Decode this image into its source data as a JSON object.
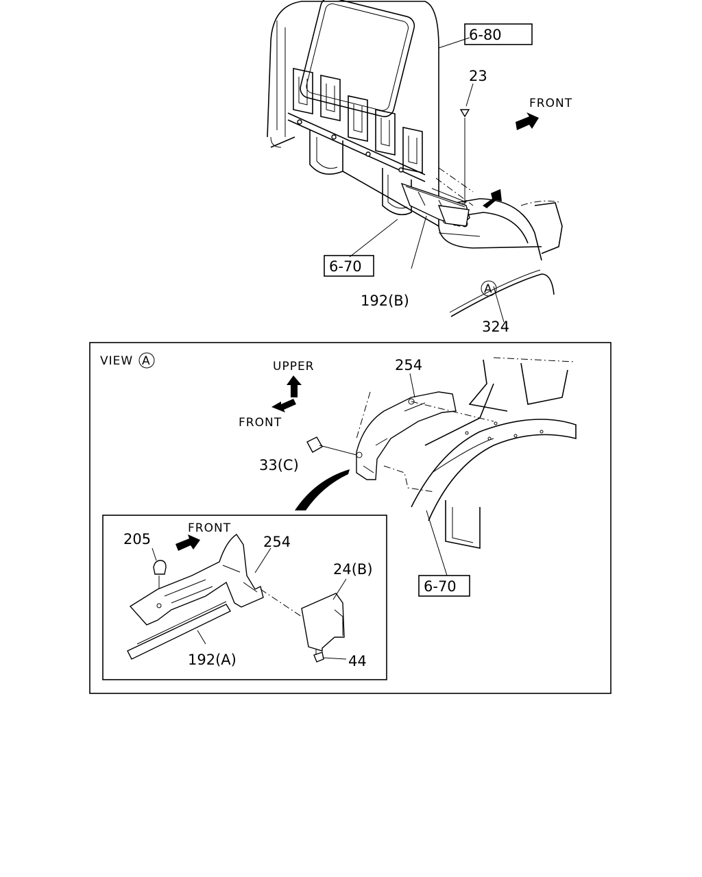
{
  "callouts": {
    "ref_6_80_top": "6-80",
    "ref_6_70_top": "6-70",
    "ref_6_70_view": "6-70",
    "part_23": "23",
    "part_192b": "192(B)",
    "part_324": "324",
    "part_254_view": "254",
    "part_33c": "33(C)",
    "part_205": "205",
    "part_254_detail": "254",
    "part_24b": "24(B)",
    "part_192a": "192(A)",
    "part_44": "44"
  },
  "direction_labels": {
    "front_top": "FRONT",
    "upper": "UPPER",
    "front_view": "FRONT",
    "front_detail": "FRONT"
  },
  "view": {
    "label": "VIEW",
    "marker": "A"
  },
  "colors": {
    "line": "#000000",
    "background": "#ffffff"
  }
}
